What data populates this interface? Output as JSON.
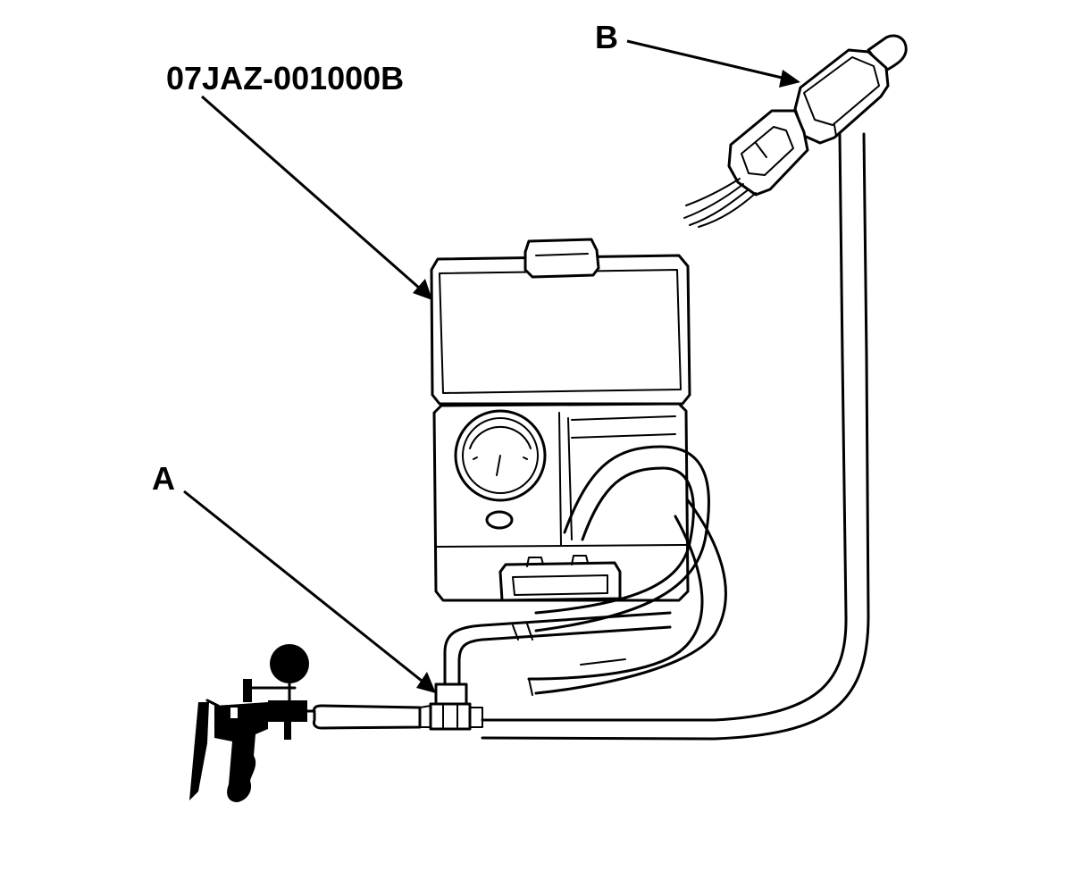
{
  "labels": {
    "part_number": "07JAZ-001000B",
    "a": "A",
    "b": "B"
  },
  "colors": {
    "ink": "#000000",
    "background": "#ffffff"
  }
}
